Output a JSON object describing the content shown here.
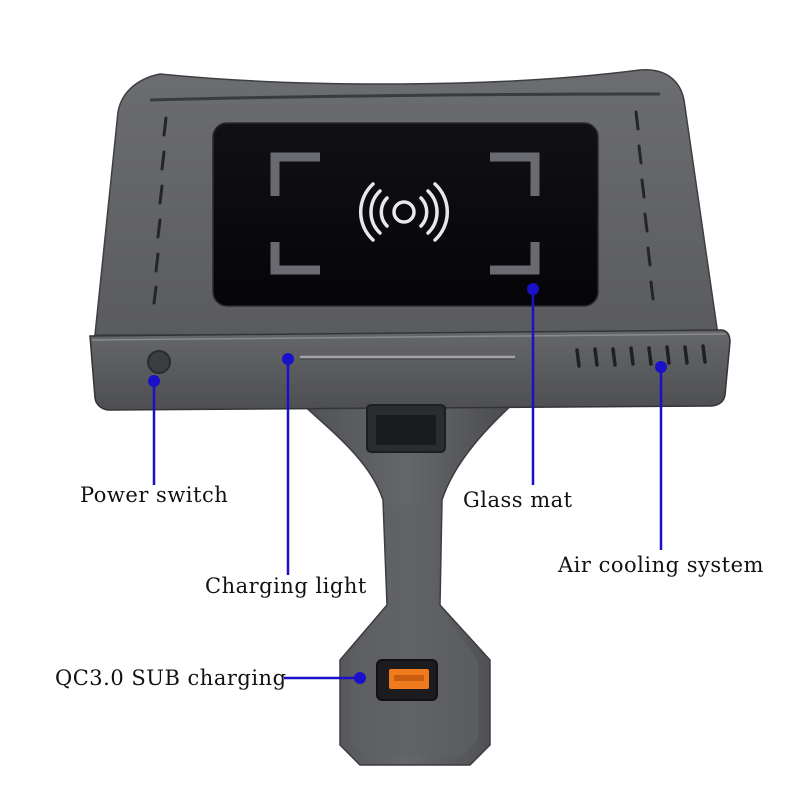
{
  "labels": {
    "power_switch": "Power switch",
    "glass_mat": "Glass mat",
    "air_cooling": "Air cooling system",
    "charging_light": "Charging light",
    "qc_charging": "QC3.0 SUB charging"
  },
  "colors": {
    "callout": "#1a10c8",
    "body": "#5d5e62",
    "body_dark": "#45464a",
    "body_light": "#77787c",
    "pad": "#0b0b0d",
    "usb": "#f07a1e",
    "background": "#ffffff"
  },
  "icons": {
    "wireless": "wireless-charging-icon"
  }
}
